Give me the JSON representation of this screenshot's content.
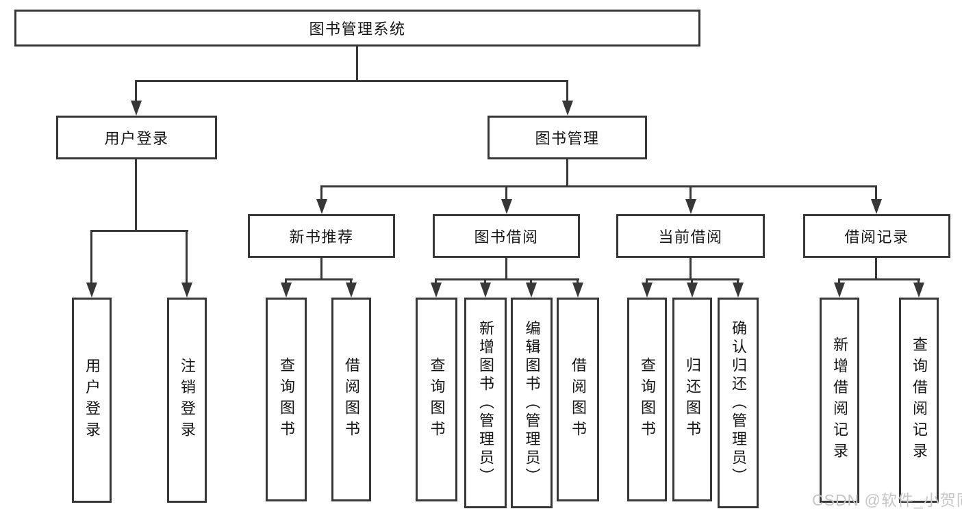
{
  "diagram": {
    "root": "图书管理系统",
    "branches": [
      {
        "label": "用户登录",
        "children": [
          "用户登录",
          "注销登录"
        ]
      },
      {
        "label": "图书管理",
        "sections": [
          {
            "label": "新书推荐",
            "children": [
              "查询图书",
              "借阅图书"
            ]
          },
          {
            "label": "图书借阅",
            "children": [
              "查询图书",
              "新增图书（管理员）",
              "编辑图书（管理员）",
              "借阅图书"
            ]
          },
          {
            "label": "当前借阅",
            "children": [
              "查询图书",
              "归还图书",
              "确认归还（管理员）"
            ]
          },
          {
            "label": "借阅记录",
            "children": [
              "新增借阅记录",
              "查询借阅记录"
            ]
          }
        ]
      }
    ],
    "watermark": "CSDN @软件_小贺同学"
  },
  "colors": {
    "line": "#373737",
    "text": "#151515",
    "watermark": "#c6c6c6",
    "background": "#ffffff"
  }
}
